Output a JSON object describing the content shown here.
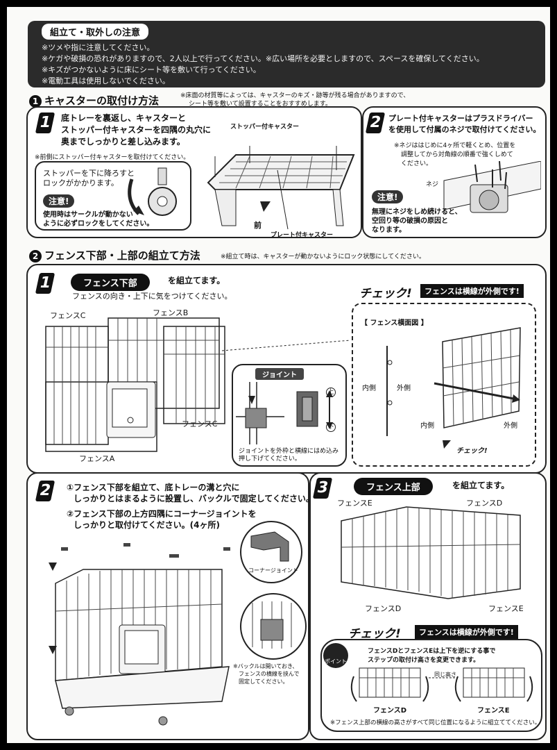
{
  "notice": {
    "title": "組立て・取外しの注意",
    "lines": [
      "※ツメや指に注意してください。",
      "※ケガや破損の恐れがありますので、2人以上で行ってください。※広い場所を必要としますので、スペースを確保してください。",
      "※キズがつかないように床にシート等を敷いて行ってください。",
      "※電動工具は使用しないでください。"
    ]
  },
  "section1": {
    "number": "1",
    "title": "キャスターの取付け方法",
    "note1": "※床面の材質等によっては、キャスターのキズ・跡等が残る場合がありますので、",
    "note2": "シート等を敷いて設置することをおすすめします。",
    "step1": {
      "number": "1",
      "line1": "底トレーを裏返し、キャスターと",
      "line2": "ストッパー付キャスターを四隅の丸穴に",
      "line3": "奥までしっかりと差し込みます。",
      "front_note": "※前側にストッパー付キャスターを取付けてください。",
      "stopper_label": "ストッパー付キャスター",
      "stopper_text1": "ストッパーを下に降ろすと",
      "stopper_text2": "ロックがかかります。",
      "caution_badge": "注意!",
      "caution1": "使用時はサークルが動かない",
      "caution2": "ように必ずロックをしてください。",
      "front_label": "前",
      "plate_label": "プレート付キャスター"
    },
    "step2": {
      "number": "2",
      "line1": "プレート付キャスターはプラスドライバー",
      "line2": "を使用して付属のネジで取付けてください。",
      "note1": "※ネジははじめに4ヶ所で軽くとめ、位置を",
      "note2": "調整してから対角線の順番で強くしめて",
      "note3": "ください。",
      "screw_label": "ネジ",
      "caution_badge": "注意!",
      "caution1": "無理にネジをしめ続けると、",
      "caution2": "空回り等の破損の原因と",
      "caution3": "なります。"
    }
  },
  "section2": {
    "number": "2",
    "title": "フェンス下部・上部の組立て方法",
    "note": "※組立て時は、キャスターが動かないようにロック状態にしてください。",
    "step1": {
      "number": "1",
      "pill": "フェンス下部",
      "text": "を組立てます。",
      "sub": "フェンスの向き・上下に気をつけてください。",
      "labels": {
        "c_top": "フェンスC",
        "b": "フェンスB",
        "c_right": "フェンスC",
        "a": "フェンスA"
      },
      "joint_title": "ジョイント",
      "joint_up": "上",
      "joint_down": "下",
      "joint_text1": "ジョイントを外枠と横線にはめ込み",
      "joint_text2": "押し下げてください。",
      "check_title": "チェック!",
      "check_pill": "フェンスは横線が外側です!",
      "section_diagram": "【 フェンス横面図 】",
      "inner1": "内側",
      "outer1": "外側",
      "inner2": "内側",
      "outer2": "外側",
      "check_arrow": "チェック!"
    },
    "step2": {
      "number": "2",
      "line1": "①フェンス下部を組立て、底トレーの溝と穴に",
      "line2": "しっかりとはまるように設置し、バックルで固定してください。",
      "line3": "②フェンス下部の上方四隅にコーナージョイントを",
      "line4": "しっかりと取付けてください。(4ヶ所)",
      "corner_label": "コーナージョイント",
      "buckle1": "※バックルは開いておき、",
      "buckle2": "フェンスの横線を挟んで",
      "buckle3": "固定してください。"
    },
    "step3": {
      "number": "3",
      "pill": "フェンス上部",
      "text": "を組立てます。",
      "labels": {
        "e_top": "フェンスE",
        "d_top": "フェンスD",
        "d_bottom": "フェンスD",
        "e_bottom": "フェンスE"
      },
      "check_title": "チェック!",
      "check_pill": "フェンスは横線が外側です!",
      "point_label": "ポイント",
      "point1": "フェンスDとフェンスEは上下を逆にする事で",
      "point2": "ステップの取付け高さを変更できます。",
      "same_height": "同じ高さ",
      "fence_d": "フェンスD",
      "fence_e": "フェンスE",
      "footnote": "※フェンス上部の横線の高さがすべて同じ位置になるように組立ててください。"
    }
  }
}
